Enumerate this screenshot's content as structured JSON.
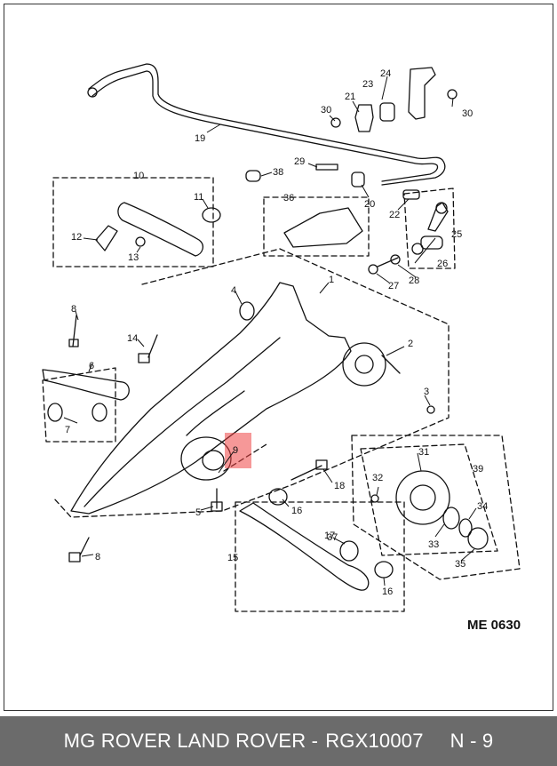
{
  "diagram": {
    "code": "ME 0630",
    "highlight_color": "#ef4444",
    "part_numbers": [
      "1",
      "2",
      "3",
      "4",
      "5",
      "6",
      "7",
      "8",
      "8",
      "9",
      "10",
      "11",
      "12",
      "13",
      "14",
      "15",
      "16",
      "16",
      "17",
      "18",
      "19",
      "20",
      "21",
      "22",
      "23",
      "24",
      "25",
      "26",
      "27",
      "28",
      "29",
      "30",
      "30",
      "31",
      "32",
      "33",
      "34",
      "35",
      "36",
      "37",
      "38",
      "39"
    ]
  },
  "footer": {
    "brand": "MG ROVER LAND ROVER -",
    "part_number": "RGX10007",
    "position": "N - 9"
  }
}
